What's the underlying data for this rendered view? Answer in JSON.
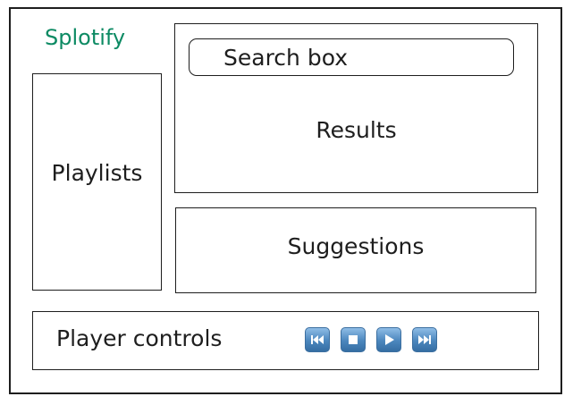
{
  "app": {
    "logo_text": "Splotify",
    "brand_color": "#0c8a63"
  },
  "sidebar": {
    "label": "Playlists"
  },
  "search": {
    "placeholder": "Search box"
  },
  "results": {
    "label": "Results"
  },
  "suggestions": {
    "label": "Suggestions"
  },
  "player": {
    "label": "Player controls",
    "buttons": [
      {
        "name": "rewind",
        "icon": "rewind-icon"
      },
      {
        "name": "stop",
        "icon": "stop-icon"
      },
      {
        "name": "play",
        "icon": "play-icon"
      },
      {
        "name": "fast-forward",
        "icon": "fast-forward-icon"
      }
    ]
  },
  "colors": {
    "stroke": "#1e1e1e",
    "button_fill": "#4b86bd"
  }
}
